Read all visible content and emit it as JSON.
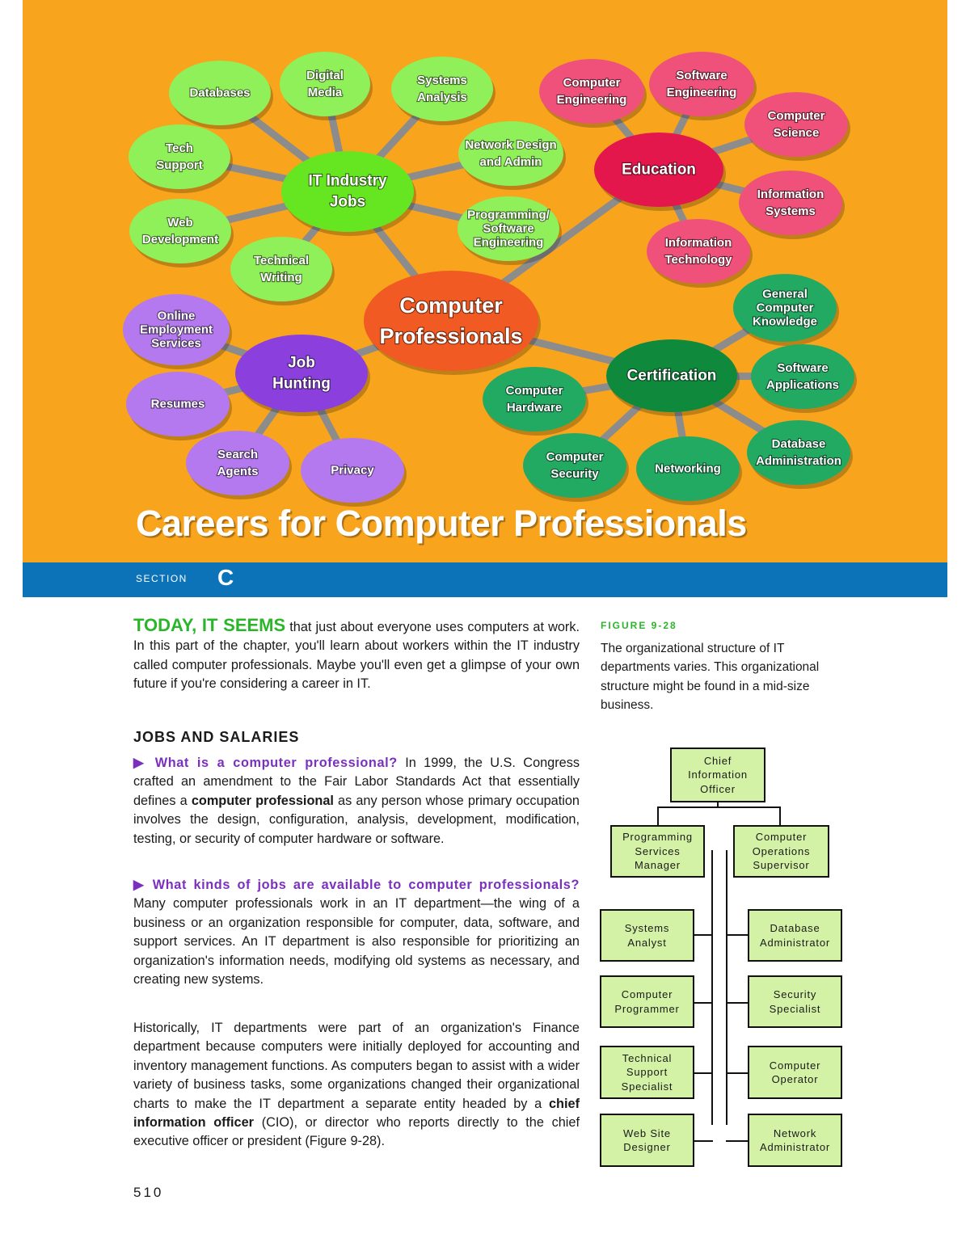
{
  "banner": {
    "title": "Careers for Computer Professionals",
    "background_color": "#f8a41d",
    "hub": {
      "label_lines": [
        "Computer",
        "Professionals"
      ],
      "color": "#f15a22"
    },
    "groups": [
      {
        "name": "it-industry-jobs",
        "label_lines": [
          "IT Industry",
          "Jobs"
        ],
        "color": "#66e621",
        "leaf_color": "#8ff05a",
        "leaves": [
          [
            "Databases"
          ],
          [
            "Digital",
            "Media"
          ],
          [
            "Systems",
            "Analysis"
          ],
          [
            "Network Design",
            "and Admin"
          ],
          [
            "Programming/",
            "Software",
            "Engineering"
          ],
          [
            "Technical",
            "Writing"
          ],
          [
            "Web",
            "Development"
          ],
          [
            "Tech",
            "Support"
          ]
        ]
      },
      {
        "name": "education",
        "label_lines": [
          "Education"
        ],
        "color": "#e3174b",
        "leaf_color": "#f0517a",
        "leaves": [
          [
            "Computer",
            "Engineering"
          ],
          [
            "Software",
            "Engineering"
          ],
          [
            "Computer",
            "Science"
          ],
          [
            "Information",
            "Systems"
          ],
          [
            "Information",
            "Technology"
          ]
        ]
      },
      {
        "name": "job-hunting",
        "label_lines": [
          "Job",
          "Hunting"
        ],
        "color": "#8b3fdc",
        "leaf_color": "#b479ee",
        "leaves": [
          [
            "Online",
            "Employment",
            "Services"
          ],
          [
            "Resumes"
          ],
          [
            "Search",
            "Agents"
          ],
          [
            "Privacy"
          ]
        ]
      },
      {
        "name": "certification",
        "label_lines": [
          "Certification"
        ],
        "color": "#0f8a3d",
        "leaf_color": "#22aa62",
        "leaves": [
          [
            "General",
            "Computer",
            "Knowledge"
          ],
          [
            "Software",
            "Applications"
          ],
          [
            "Database",
            "Administration"
          ],
          [
            "Networking"
          ],
          [
            "Computer",
            "Security"
          ],
          [
            "Computer",
            "Hardware"
          ]
        ]
      }
    ]
  },
  "section": {
    "label": "SECTION",
    "letter": "C",
    "bar_color": "#0d73b8"
  },
  "intro": {
    "lead": "TODAY, IT SEEMS",
    "text": " that just about everyone uses computers at work. In this part of the chapter, you'll learn about workers within the IT industry called computer professionals. Maybe you'll even get a glimpse of your own future if you're considering a career in IT."
  },
  "jobs": {
    "heading": "JOBS AND SALARIES",
    "q1": {
      "question": "What is a computer professional?",
      "text_a": " In 1999, the U.S. Congress crafted an amendment to the Fair Labor Standards Act that essentially defines a ",
      "term": "computer professional",
      "text_b": " as any person whose primary occupation involves the design, configuration, analysis, development, modification, testing, or security of computer hardware or software."
    },
    "q2": {
      "question": "What kinds of jobs are available to computer professionals?",
      "text": " Many computer professionals work in an IT department—the wing of a business or an organization responsible for computer, data, software, and support services. An IT department is also responsible for prioritizing an organization's information needs, modifying old systems as necessary, and creating new systems."
    },
    "history": {
      "text_a": "Historically, IT departments were part of an organization's Finance department because computers were initially deployed for accounting and inventory management functions. As computers began to assist with a wider variety of business tasks, some organizations changed their organizational charts to make the IT department a separate entity headed by a ",
      "term": "chief information officer",
      "text_b": " (CIO), or director who reports directly to the chief executive officer or president (Figure 9-28)."
    }
  },
  "page_number": "510",
  "figure": {
    "label": "FIGURE 9-28",
    "caption": "The organizational structure of IT departments varies. This organizational structure might be found in a mid-size business.",
    "box_color": "#d4f2a6",
    "org": {
      "top": [
        "Chief",
        "Information",
        "Officer"
      ],
      "left_manager": [
        "Programming",
        "Services",
        "Manager"
      ],
      "right_manager": [
        "Computer",
        "Operations",
        "Supervisor"
      ],
      "left_reports": [
        [
          "Systems",
          "Analyst"
        ],
        [
          "Computer",
          "Programmer"
        ],
        [
          "Technical",
          "Support",
          "Specialist"
        ],
        [
          "Web Site",
          "Designer"
        ]
      ],
      "right_reports": [
        [
          "Database",
          "Administrator"
        ],
        [
          "Security",
          "Specialist"
        ],
        [
          "Computer",
          "Operator"
        ],
        [
          "Network",
          "Administrator"
        ]
      ]
    }
  }
}
